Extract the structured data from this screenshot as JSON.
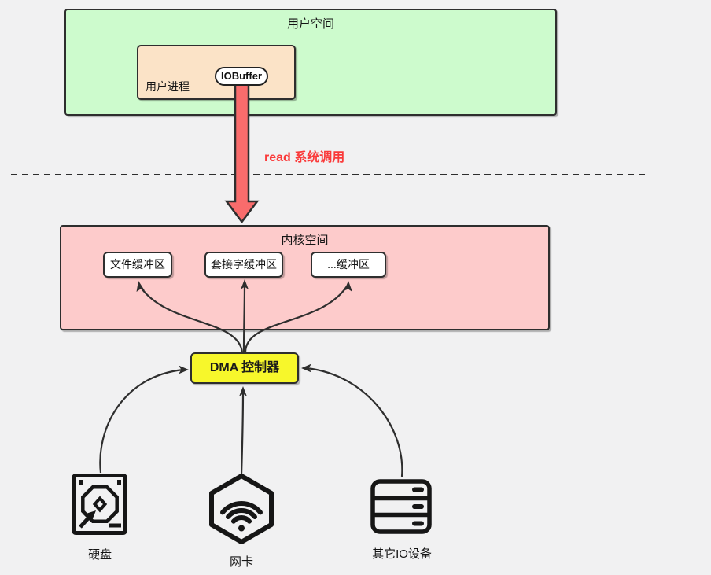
{
  "diagram": {
    "title_hint": "read 系统调用 DMA 数据流示意图",
    "user_space": {
      "title": "用户空间"
    },
    "user_process": {
      "label": "用户进程"
    },
    "io_buffer": {
      "label": "IOBuffer"
    },
    "read_call": {
      "label": "read 系统调用"
    },
    "kernel_space": {
      "title": "内核空间"
    },
    "buffers": [
      {
        "label": "文件缓冲区"
      },
      {
        "label": "套接字缓冲区"
      },
      {
        "label": "...缓冲区"
      }
    ],
    "dma": {
      "label": "DMA 控制器"
    },
    "devices": [
      {
        "label": "硬盘",
        "icon": "hard-disk-icon"
      },
      {
        "label": "网卡",
        "icon": "wifi-hexagon-icon"
      },
      {
        "label": "其它IO设备",
        "icon": "server-icon"
      }
    ],
    "colors": {
      "background": "#f1f1f2",
      "user_space_fill": "#cdfbcd",
      "user_process_fill": "#fbe3c7",
      "kernel_space_fill": "#fdcbcb",
      "buffer_fill": "#ffffff",
      "dma_fill": "#f7f72b",
      "read_arrow_fill": "#f96c6c",
      "read_text": "#fa3a3a",
      "stroke": "#2e2e2e"
    }
  }
}
